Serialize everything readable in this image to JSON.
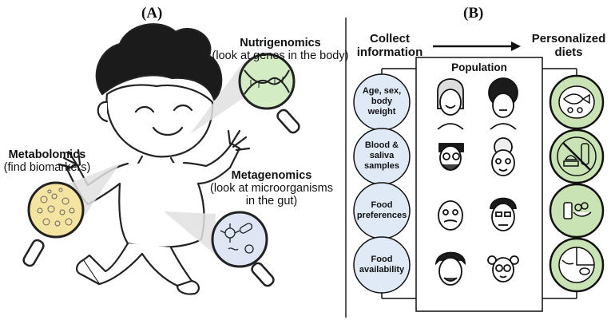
{
  "panel_a": {
    "label": "(A)",
    "nutrigenomics": {
      "title": "Nutrigenomics",
      "desc": "(look at genes in the body)"
    },
    "metabolomics": {
      "title": "Metabolomics",
      "desc": "(find biomarkers)"
    },
    "metagenomics": {
      "title": "Metagenomics",
      "desc1": "(look at microorganisms",
      "desc2": "in the gut)"
    }
  },
  "panel_b": {
    "label": "(B)",
    "collect": {
      "line1": "Collect",
      "line2": "information"
    },
    "personalized": {
      "line1": "Personalized",
      "line2": "diets"
    },
    "population": "Population",
    "info_items": [
      {
        "l1": "Age, sex,",
        "l2": "body",
        "l3": "weight"
      },
      {
        "l1": "Blood &",
        "l2": "saliva",
        "l3": "samples"
      },
      {
        "l1": "Food",
        "l2": "preferences",
        "l3": ""
      },
      {
        "l1": "Food",
        "l2": "availability",
        "l3": ""
      }
    ]
  },
  "colors": {
    "gene_green": "#d3ecc4",
    "metabolite_yellow": "#f5e3a0",
    "microbe_blue": "#dde6f2",
    "info_blue": "#dfeaf6",
    "diet_green": "#c9e3b4"
  }
}
